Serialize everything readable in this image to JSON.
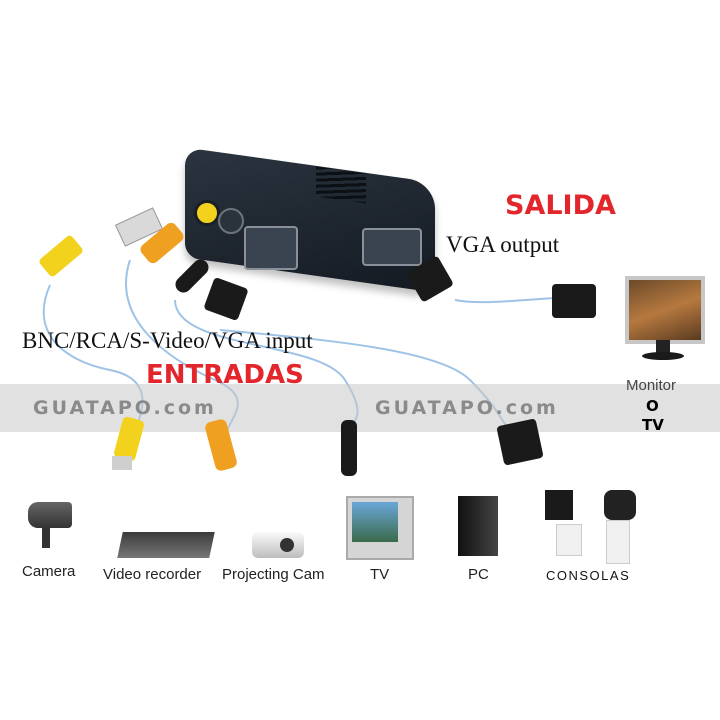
{
  "headings": {
    "output_title": "SALIDA",
    "output_desc": "VGA output",
    "input_desc": "BNC/RCA/S-Video/VGA input",
    "input_title": "ENTRADAS"
  },
  "watermark": {
    "left": "GUATAPO.com",
    "right": "GUATAPO.com"
  },
  "display_target": {
    "line1": "Monitor",
    "line2": "O",
    "line3": "TV"
  },
  "devices": [
    {
      "label": "Camera",
      "icon": "camera-icon"
    },
    {
      "label": "Video recorder",
      "icon": "video-recorder-icon"
    },
    {
      "label": "Projecting Cam",
      "icon": "projector-icon"
    },
    {
      "label": "TV",
      "icon": "tv-icon"
    },
    {
      "label": "PC",
      "icon": "pc-tower-icon"
    },
    {
      "label": "CONSOLAS",
      "icon": "game-consoles-icon"
    }
  ],
  "colors": {
    "accent_red": "#e3262b",
    "device_body": "#1c232c",
    "cable": "#9fc3e6",
    "rca_yellow": "#f2d21c",
    "rca_orange": "#f0a020"
  }
}
